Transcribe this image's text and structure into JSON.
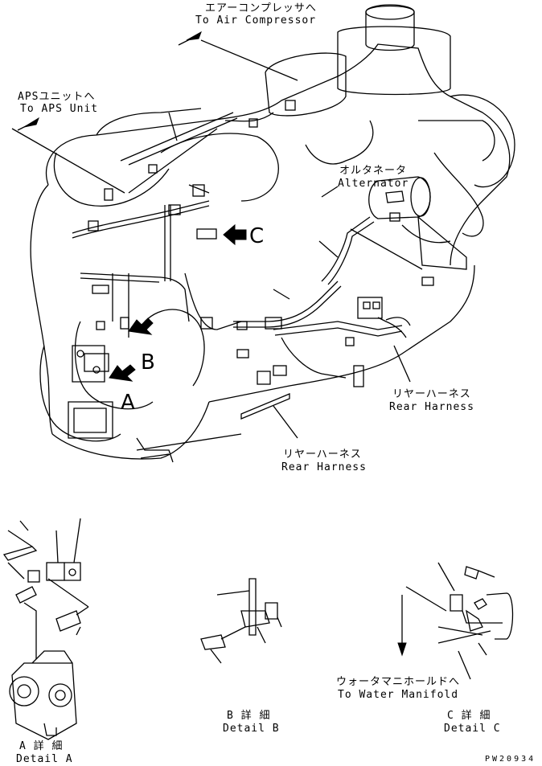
{
  "labels": {
    "air_compressor_jp": "エアーコンプレッサへ",
    "air_compressor_en": "To Air Compressor",
    "aps_unit_jp": "APSユニットへ",
    "aps_unit_en": "To APS Unit",
    "alternator_jp": "オルタネータ",
    "alternator_en": "Alternator",
    "rear_harness_right_jp": "リヤーハーネス",
    "rear_harness_right_en": "Rear Harness",
    "rear_harness_bottom_jp": "リヤーハーネス",
    "rear_harness_bottom_en": "Rear Harness",
    "water_manifold_jp": "ウォータマニホールドへ",
    "water_manifold_en": "To Water Manifold",
    "detail_a_jp": "A 詳 細",
    "detail_a_en": "Detail A",
    "detail_b_jp": "B 詳 細",
    "detail_b_en": "Detail B",
    "detail_c_jp": "C 詳 細",
    "detail_c_en": "Detail C",
    "drawing_code": "PW20934"
  },
  "view_markers": {
    "a": "A",
    "b": "B",
    "c": "C"
  }
}
